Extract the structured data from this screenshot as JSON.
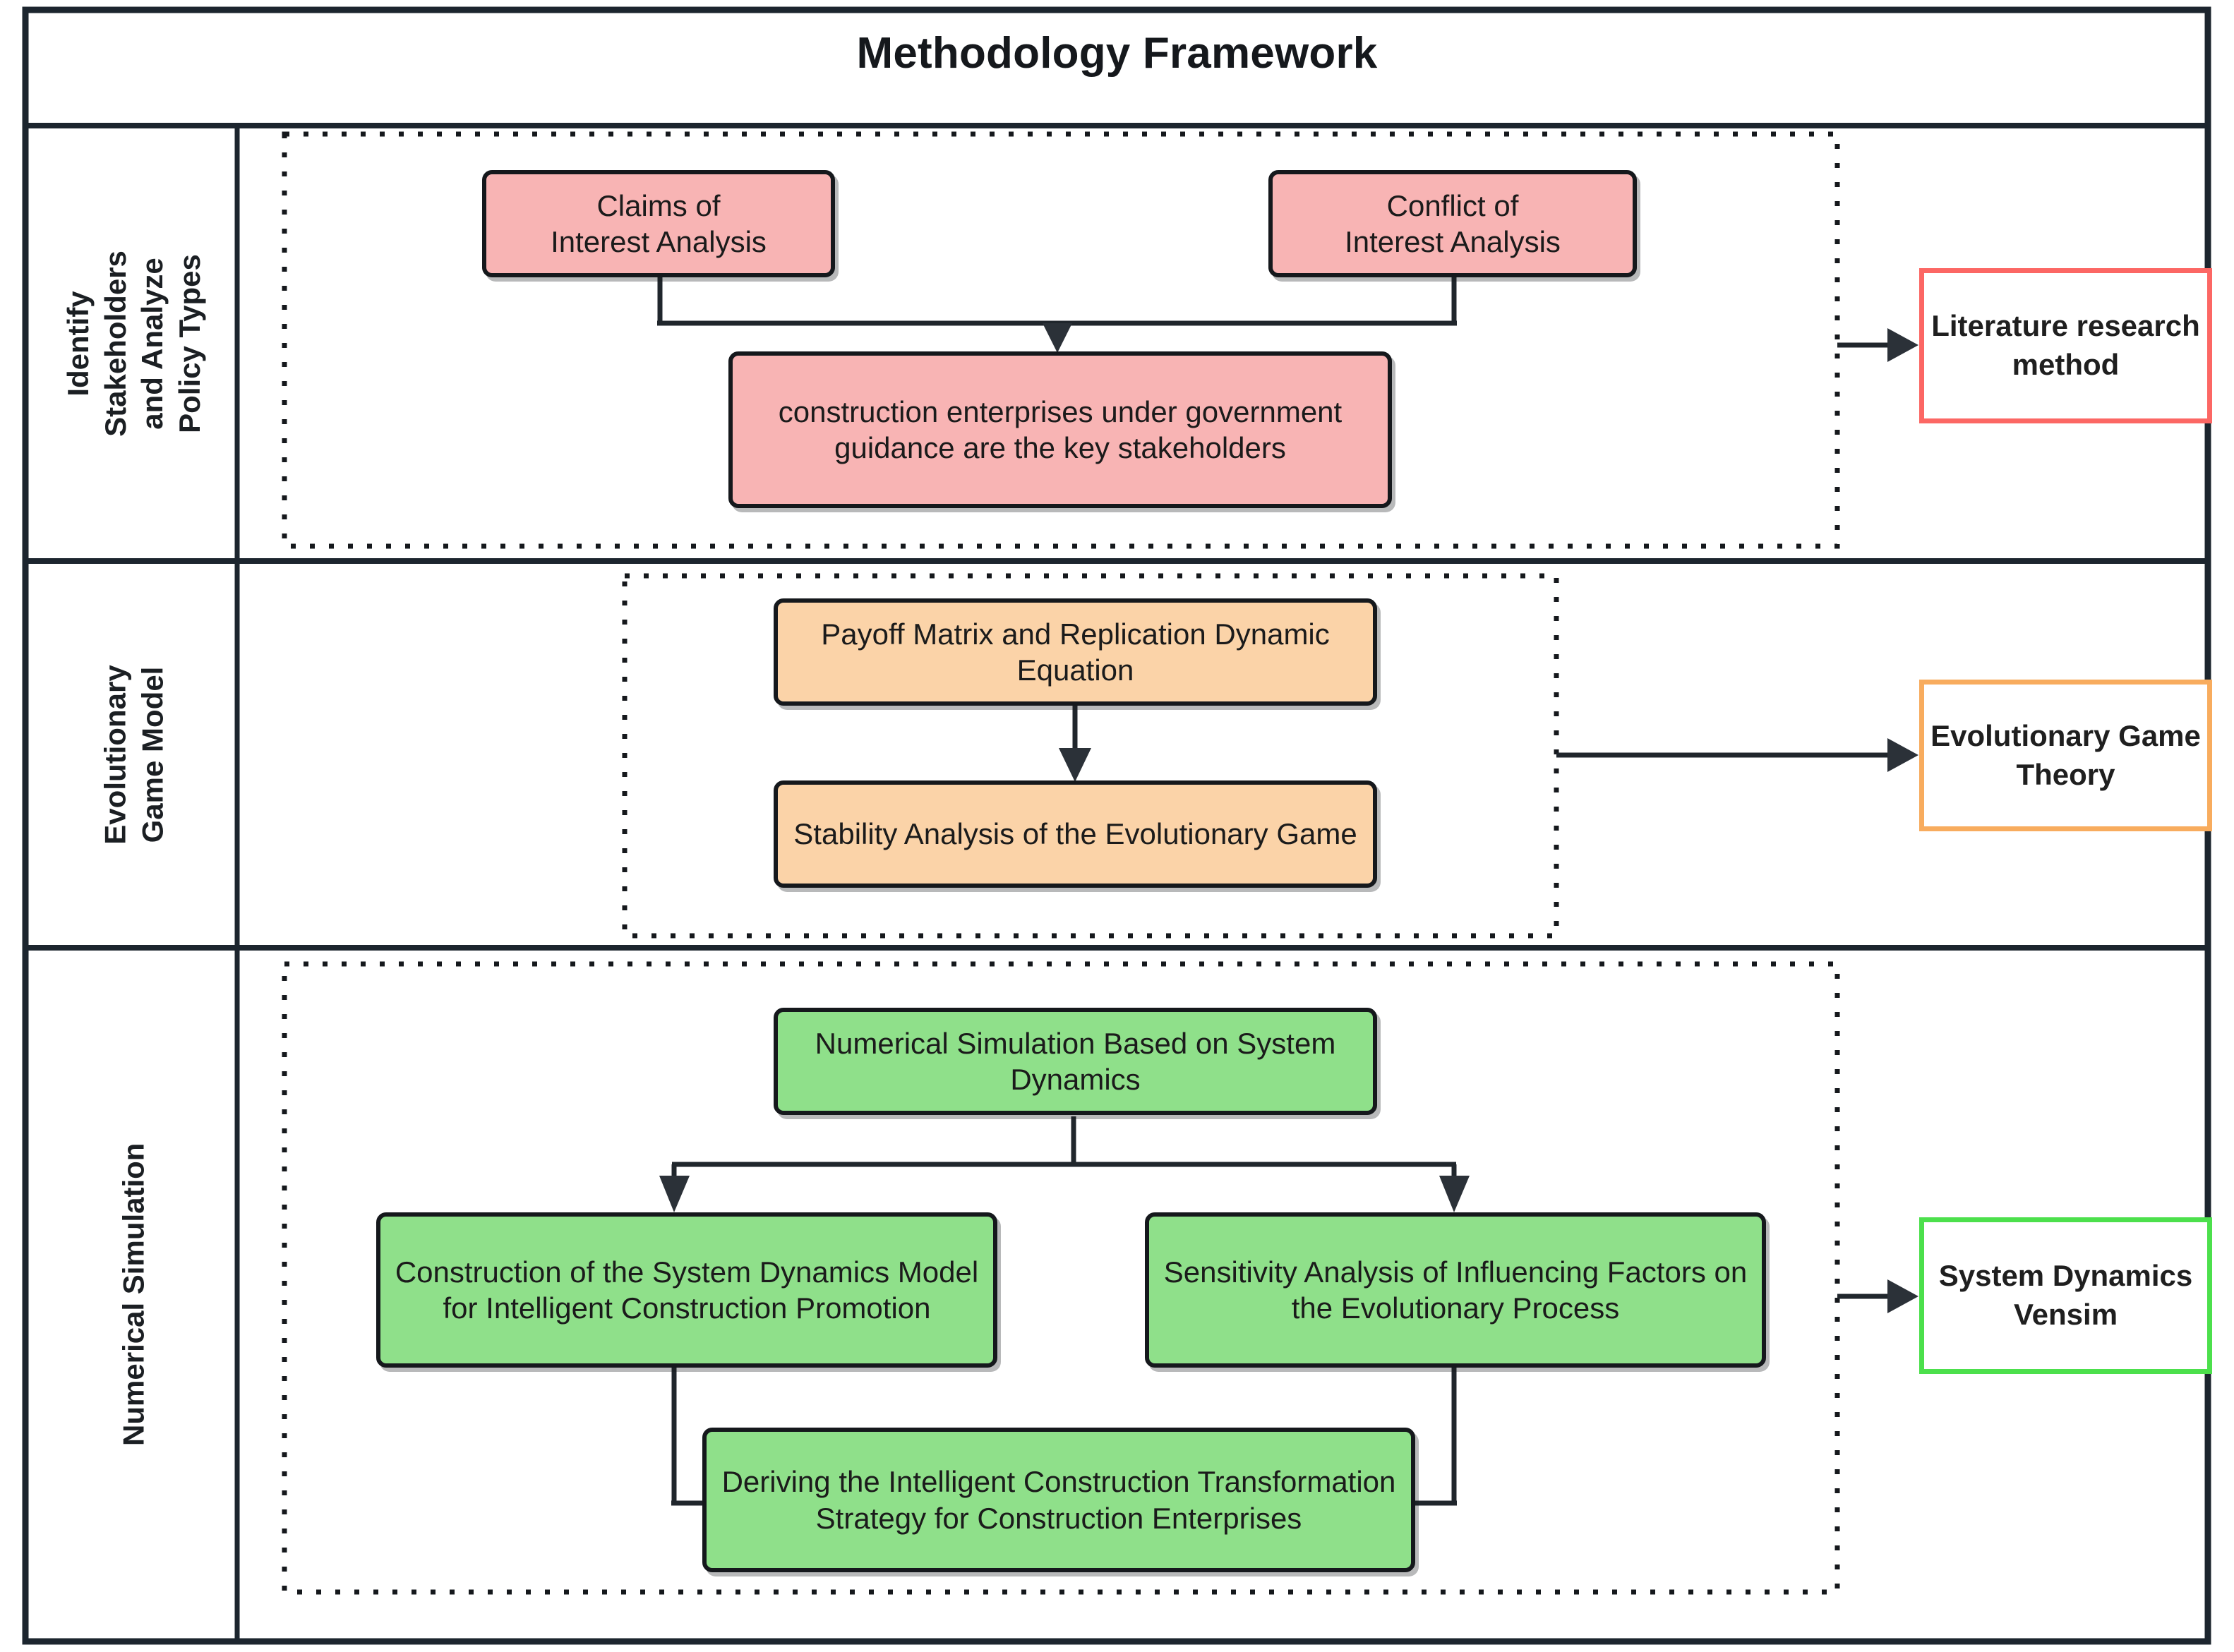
{
  "title": "Methodology Framework",
  "rows": [
    {
      "label": "Identify Stakeholders and Analyze Policy Types",
      "accent": "#fc6764",
      "method_box": "Literature research method",
      "nodes": [
        {
          "id": "claims",
          "text": "Claims of\nInterest Analysis"
        },
        {
          "id": "conflict",
          "text": "Conflict of\nInterest Analysis"
        },
        {
          "id": "key-stakeholders",
          "text": "construction enterprises under government guidance are the key stakeholders"
        }
      ]
    },
    {
      "label": "Evolutionary Game Model",
      "accent": "#f8ac5e",
      "method_box": "Evolutionary Game Theory",
      "nodes": [
        {
          "id": "payoff-matrix",
          "text": "Payoff Matrix and Replication Dynamic Equation"
        },
        {
          "id": "stability",
          "text": "Stability Analysis of the Evolutionary Game"
        }
      ]
    },
    {
      "label": "Numerical Simulation",
      "accent": "#4ce04c",
      "method_box": "System Dynamics Vensim",
      "nodes": [
        {
          "id": "numerical-sim",
          "text": "Numerical Simulation Based on System Dynamics"
        },
        {
          "id": "sd-model",
          "text": "Construction of the System Dynamics Model for Intelligent Construction Promotion"
        },
        {
          "id": "sensitivity",
          "text": "Sensitivity Analysis of Influencing Factors on the Evolutionary Process"
        },
        {
          "id": "strategy",
          "text": "Deriving the Intelligent Construction Transformation Strategy for Construction Enterprises"
        }
      ]
    }
  ],
  "colors": {
    "pink_fill": "#f8b4b4",
    "orange_fill": "#fbd3a8",
    "green_fill": "#8fe08a",
    "node_border": "#15181c",
    "frame": "#1c252e",
    "red_accent": "#fc6764",
    "orange_accent": "#f8ac5e",
    "green_accent": "#4ce04c"
  }
}
